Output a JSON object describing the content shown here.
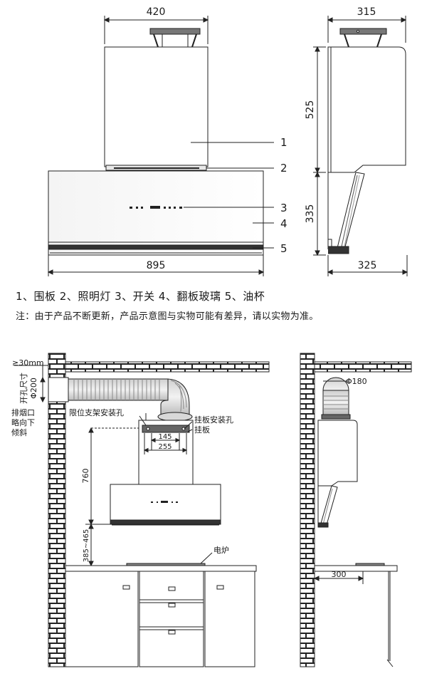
{
  "top_views": {
    "front": {
      "width_top": "420",
      "width_bottom": "895",
      "callouts": [
        "1",
        "2",
        "3",
        "4",
        "5"
      ]
    },
    "side": {
      "depth_top": "315",
      "height_upper": "525",
      "height_lower": "335",
      "depth_bottom": "325"
    }
  },
  "legend": "1、围板 2、照明灯 3、开关 4、翻板玻璃 5、油杯",
  "note": "注：由于产品不断更新，产品示意图与实物可能有差异，请以实物为准。",
  "install_front": {
    "wall_gap": "≥30mm",
    "hole_label": "开孔尺寸",
    "hole_diameter": "Φ200",
    "exhaust_line1": "排烟口",
    "exhaust_line2": "略向下",
    "exhaust_line3": "倾斜",
    "limit_bracket_hole": "限位支架安装孔",
    "hang_plate_hole": "挂板安装孔",
    "hang_plate": "挂板",
    "dim_145": "145",
    "dim_255": "255",
    "dim_760": "760",
    "dim_385_465": "385~465",
    "stove": "电炉"
  },
  "install_side": {
    "duct_diameter": "Φ180",
    "dim_300": "300"
  }
}
